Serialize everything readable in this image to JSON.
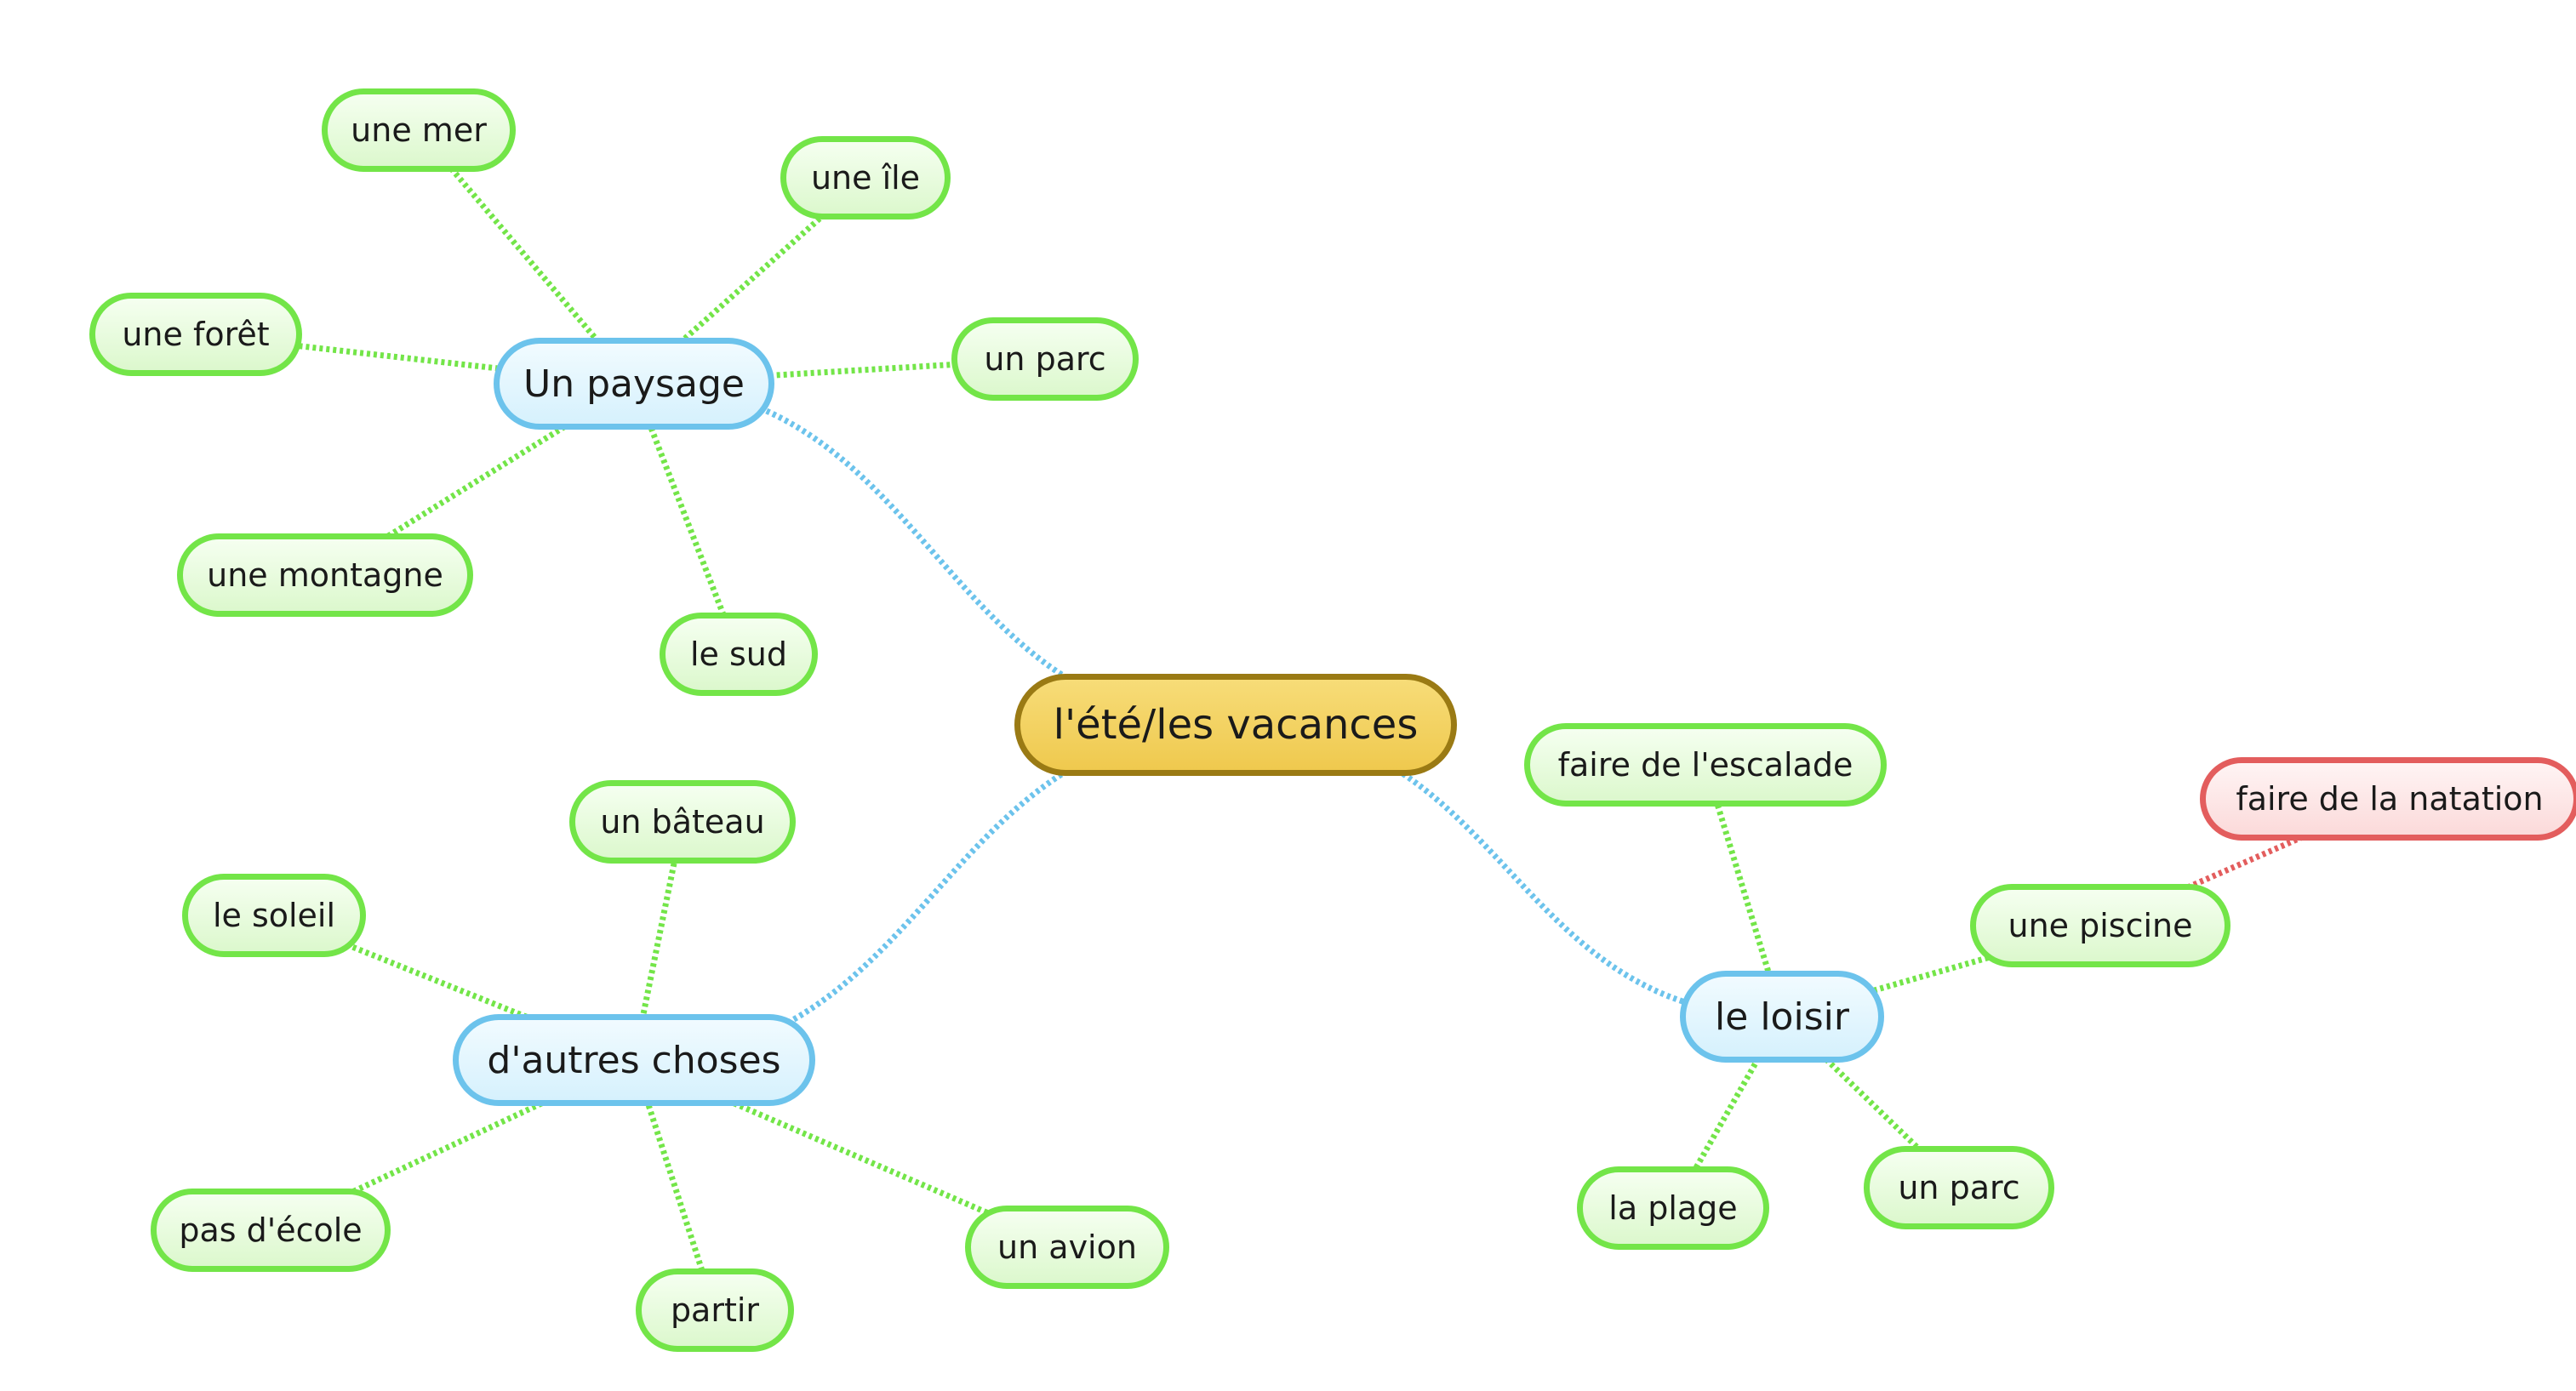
{
  "colors": {
    "root_border": "#9a7a14",
    "root_fill": "#efc94e",
    "branch_border": "#6cc3ec",
    "branch_fill": "#d6f1fd",
    "leaf_border": "#73e548",
    "leaf_fill": "#dcf8cd",
    "highlight_border": "#e35d5d",
    "highlight_fill": "#fbdada",
    "link_branch": "#6cc3ec",
    "link_leaf": "#73e548",
    "link_highlight": "#e35d5d"
  },
  "mindmap": {
    "root": "l'été/les vacances",
    "branches": {
      "paysage": {
        "label": "Un paysage",
        "children": [
          "une mer",
          "une île",
          "une forêt",
          "un parc",
          "une montagne",
          "le sud"
        ]
      },
      "autres": {
        "label": "d'autres choses",
        "children": [
          "un bâteau",
          "le soleil",
          "pas d'école",
          "partir",
          "un avion"
        ]
      },
      "loisir": {
        "label": "le loisir",
        "children": [
          "faire de l'escalade",
          "une piscine",
          "la plage",
          "un parc"
        ],
        "subchild": "faire de la natation"
      }
    }
  }
}
